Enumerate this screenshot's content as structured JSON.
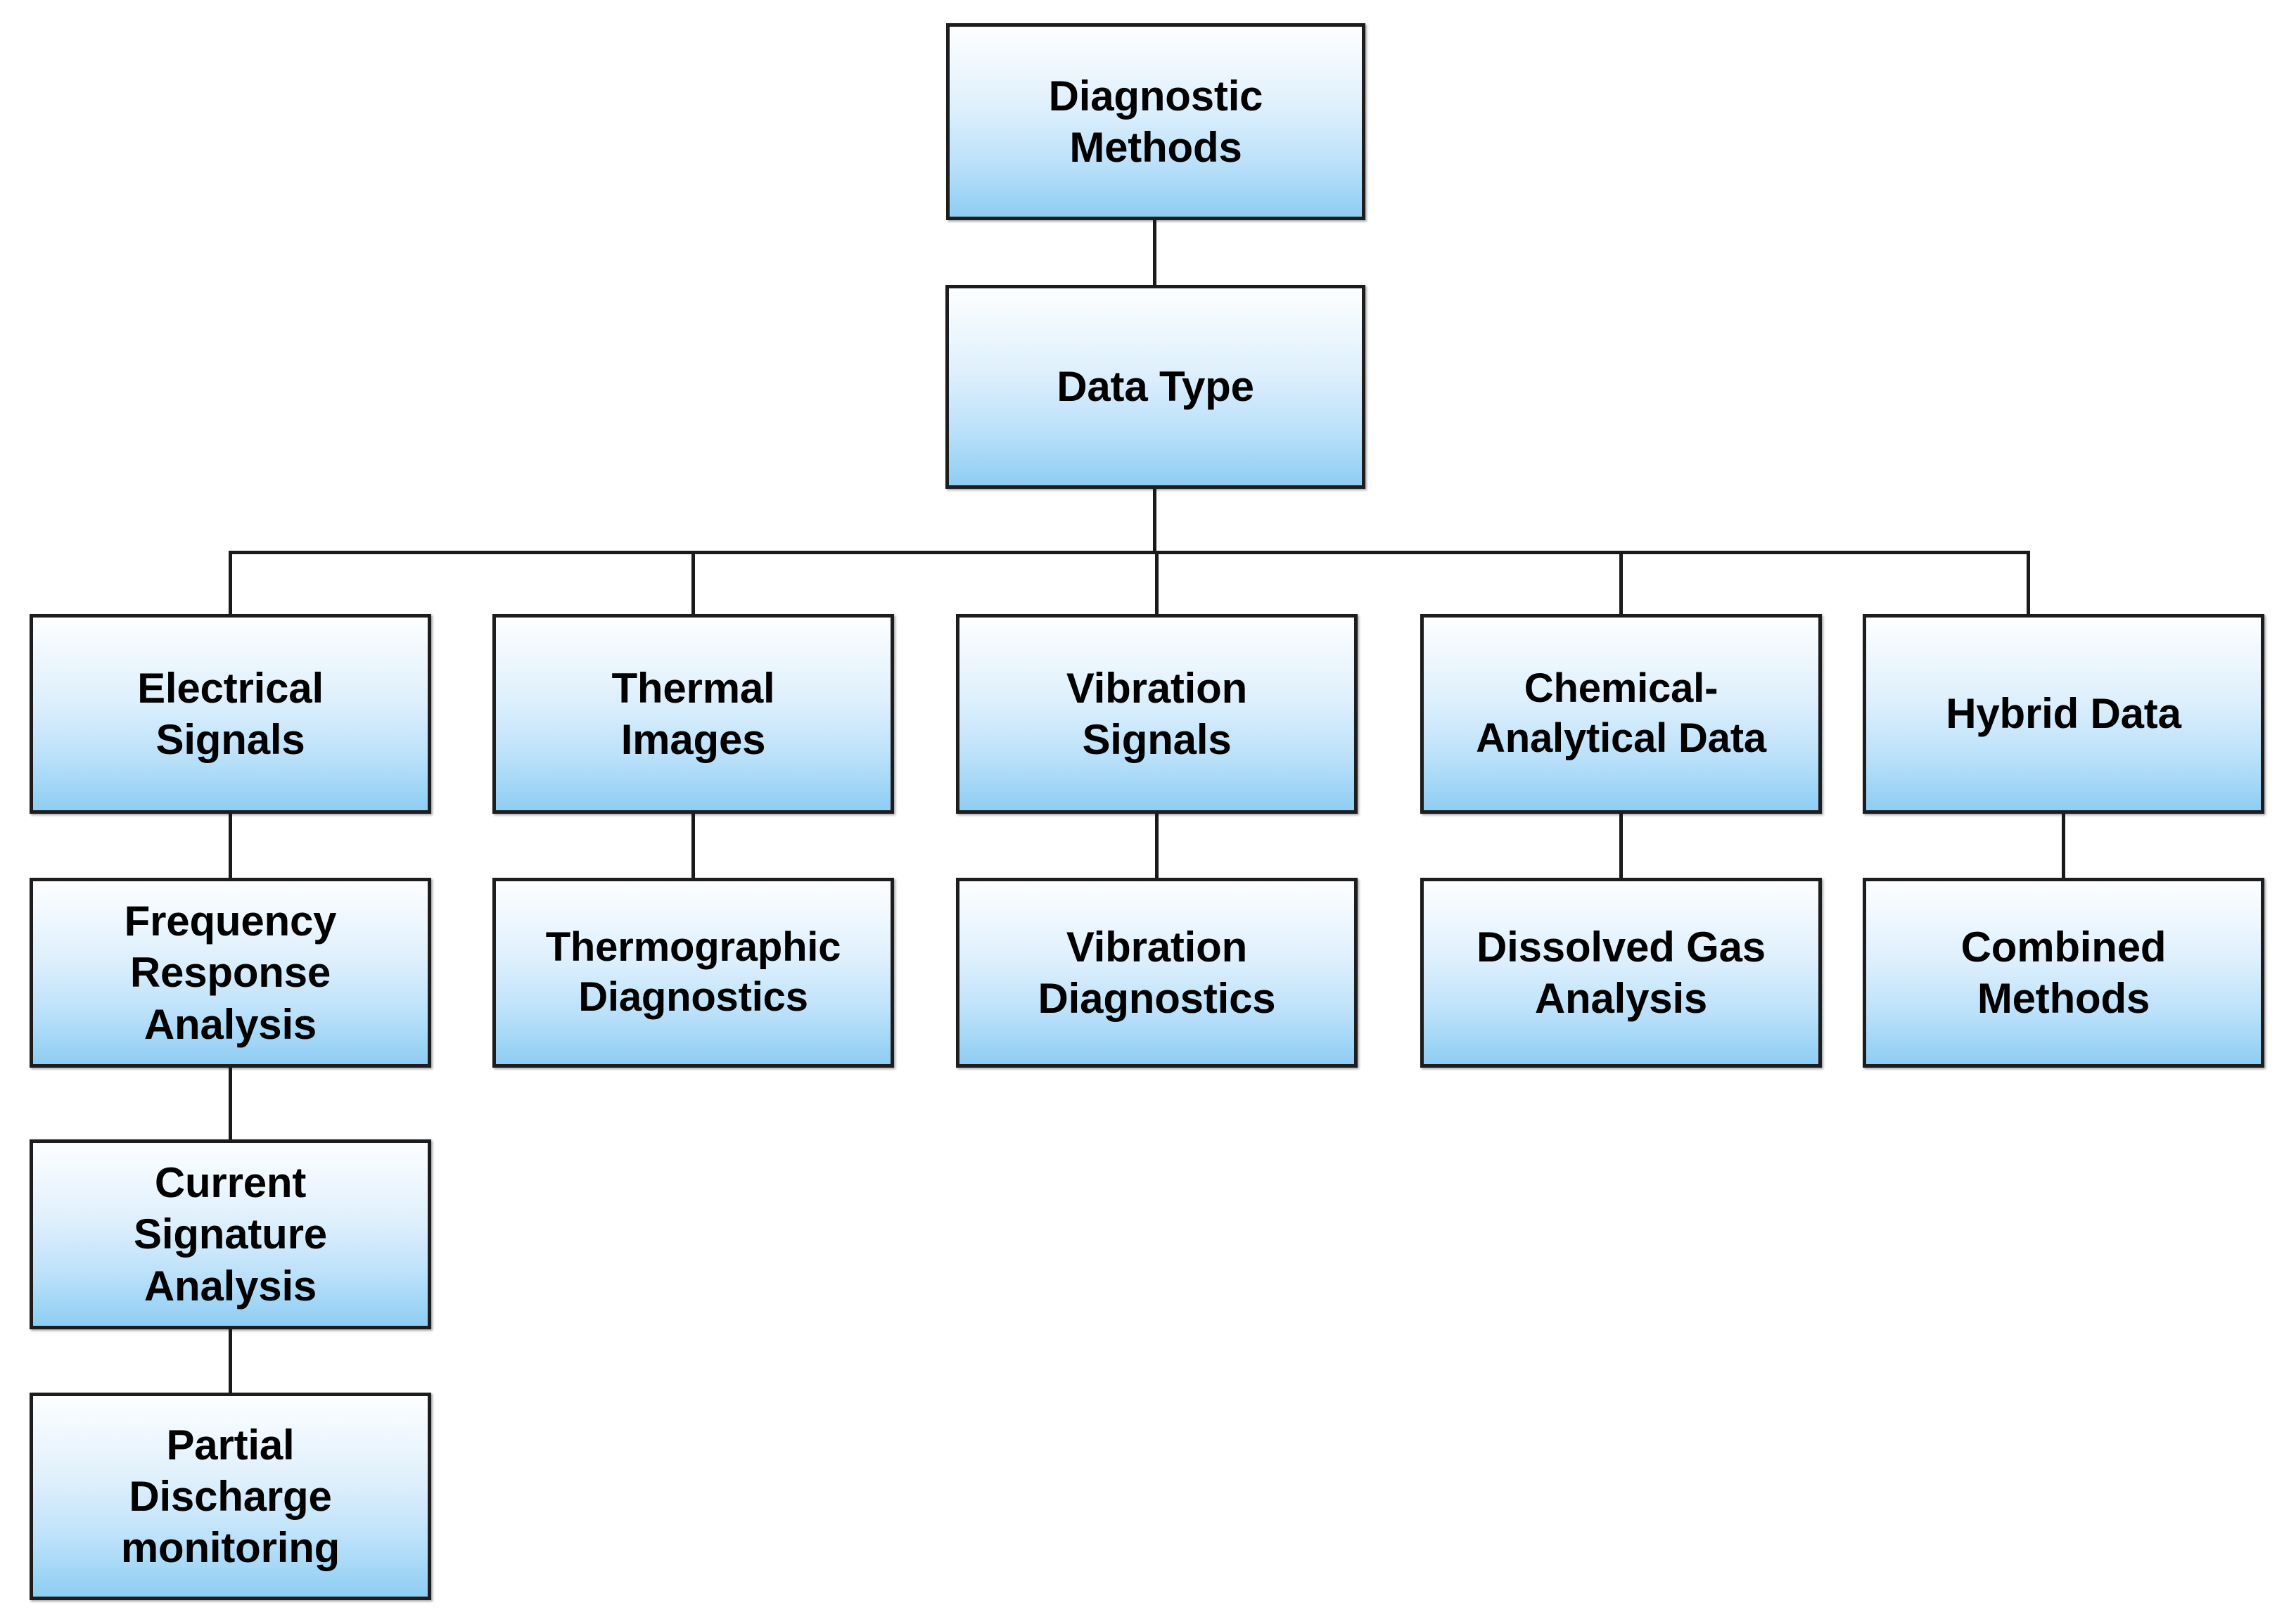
{
  "diagram": {
    "title": "Diagnostic Methods",
    "type": "flowchart-tree",
    "orientation": "top-down",
    "colors": {
      "node_fill_top": "#fdfeff",
      "node_fill_bottom": "#8ecdf3",
      "node_border": "#1d1d1d",
      "connector": "#1a1a1a",
      "text": "#000000",
      "background": "#ffffff"
    },
    "nodes": {
      "root": {
        "label": "Diagnostic\nMethods"
      },
      "data_type": {
        "label": "Data Type"
      },
      "branches": [
        {
          "category": "Electrical\nSignals",
          "methods": [
            "Frequency\nResponse\nAnalysis",
            "Current\nSignature\nAnalysis",
            "Partial\nDischarge\nmonitoring"
          ]
        },
        {
          "category": "Thermal\nImages",
          "methods": [
            "Thermographic\nDiagnostics"
          ]
        },
        {
          "category": "Vibration\nSignals",
          "methods": [
            "Vibration\nDiagnostics"
          ]
        },
        {
          "category": "Chemical-\nAnalytical Data",
          "methods": [
            "Dissolved Gas\nAnalysis"
          ]
        },
        {
          "category": "Hybrid Data",
          "methods": [
            "Combined\nMethods"
          ]
        }
      ]
    }
  }
}
